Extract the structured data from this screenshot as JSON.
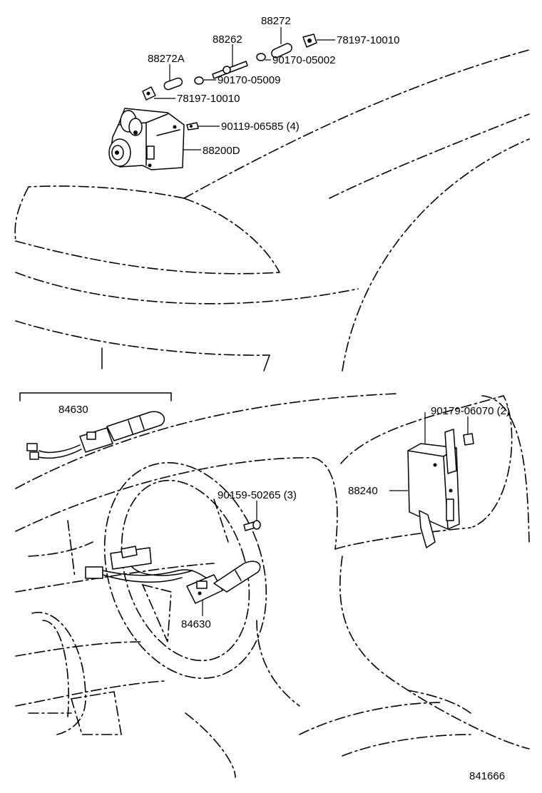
{
  "diagram": {
    "labels": {
      "p88272_top": "88272",
      "p78197_top": "78197-10010",
      "p88262": "88262",
      "p90170_05002": "90170-05002",
      "p88272A": "88272A",
      "p90170_05009": "90170-05009",
      "p78197_mid": "78197-10010",
      "p90119": "90119-06585 (4)",
      "p88200D": "88200D",
      "p84630_inset": "84630",
      "p90179": "90179-06070 (2)",
      "p88240": "88240",
      "p90159": "90159-50265 (3)",
      "p84630_main": "84630",
      "diagram_id": "841666"
    }
  }
}
